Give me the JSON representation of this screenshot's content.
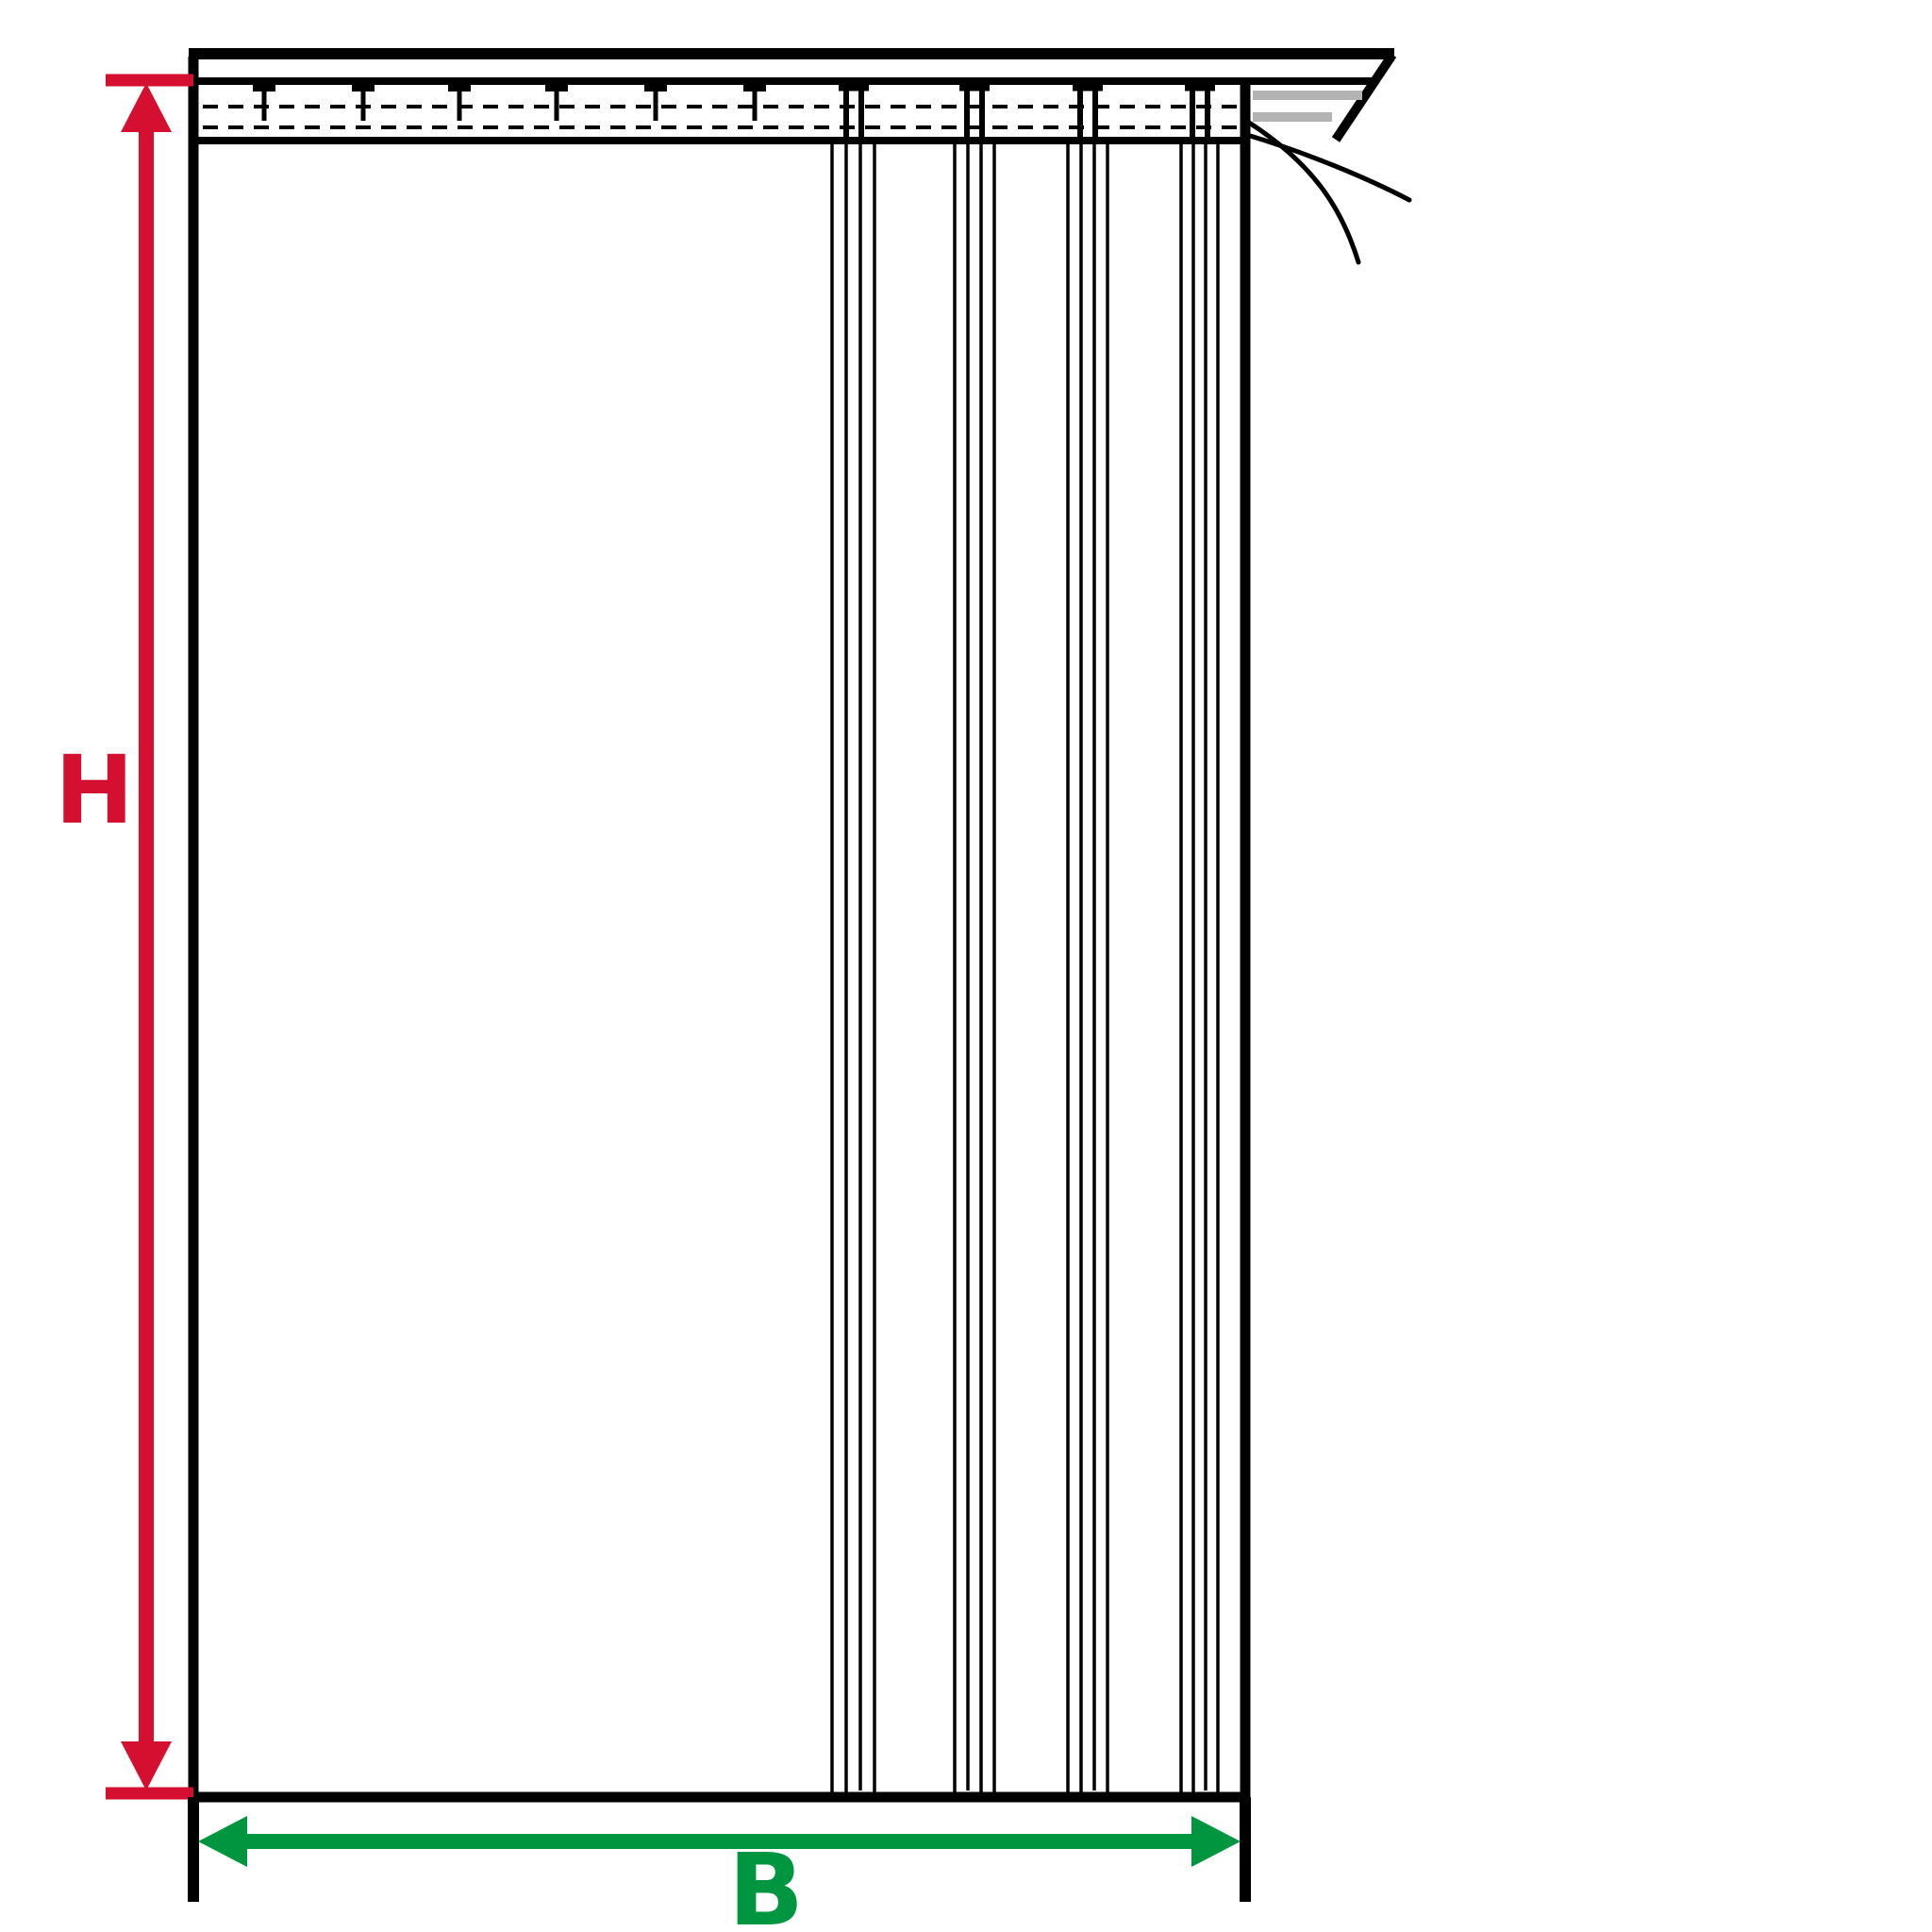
{
  "diagram": {
    "type": "curtain-measurement-diagram",
    "labels": {
      "height": "H",
      "width": "B"
    },
    "colors": {
      "height": "#d50f2f",
      "width": "#009640",
      "outline": "#000000",
      "rail_gray": "#b3b3b3",
      "background": "#ffffff"
    }
  }
}
